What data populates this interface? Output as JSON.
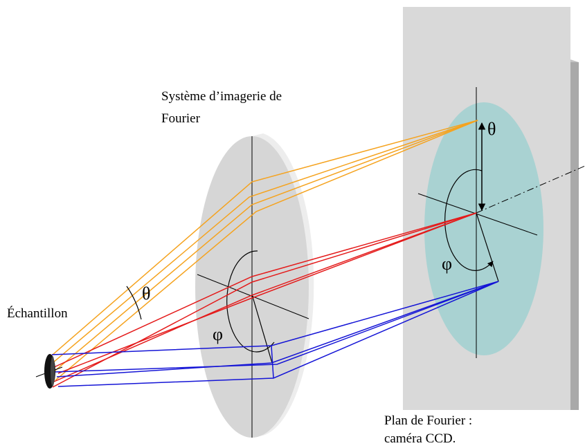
{
  "labels": {
    "lens_title_line1": "Système d’imagerie de",
    "lens_title_line2": "Fourier",
    "sample": "Échantillon",
    "plane_line1": "Plan de Fourier :",
    "plane_line2": "caméra CCD.",
    "theta_symbol": "θ",
    "phi_symbol": "φ"
  },
  "colors": {
    "orange_rays": "#F5A31F",
    "red_rays": "#E41A1A",
    "blue_rays": "#1414D6",
    "lens_face": "#D6D6D6",
    "lens_edge": "#EDEDED",
    "screen_face": "#D9D9D9",
    "screen_edge": "#A9A9A9",
    "fourier_disk": "#A9D2D2"
  }
}
